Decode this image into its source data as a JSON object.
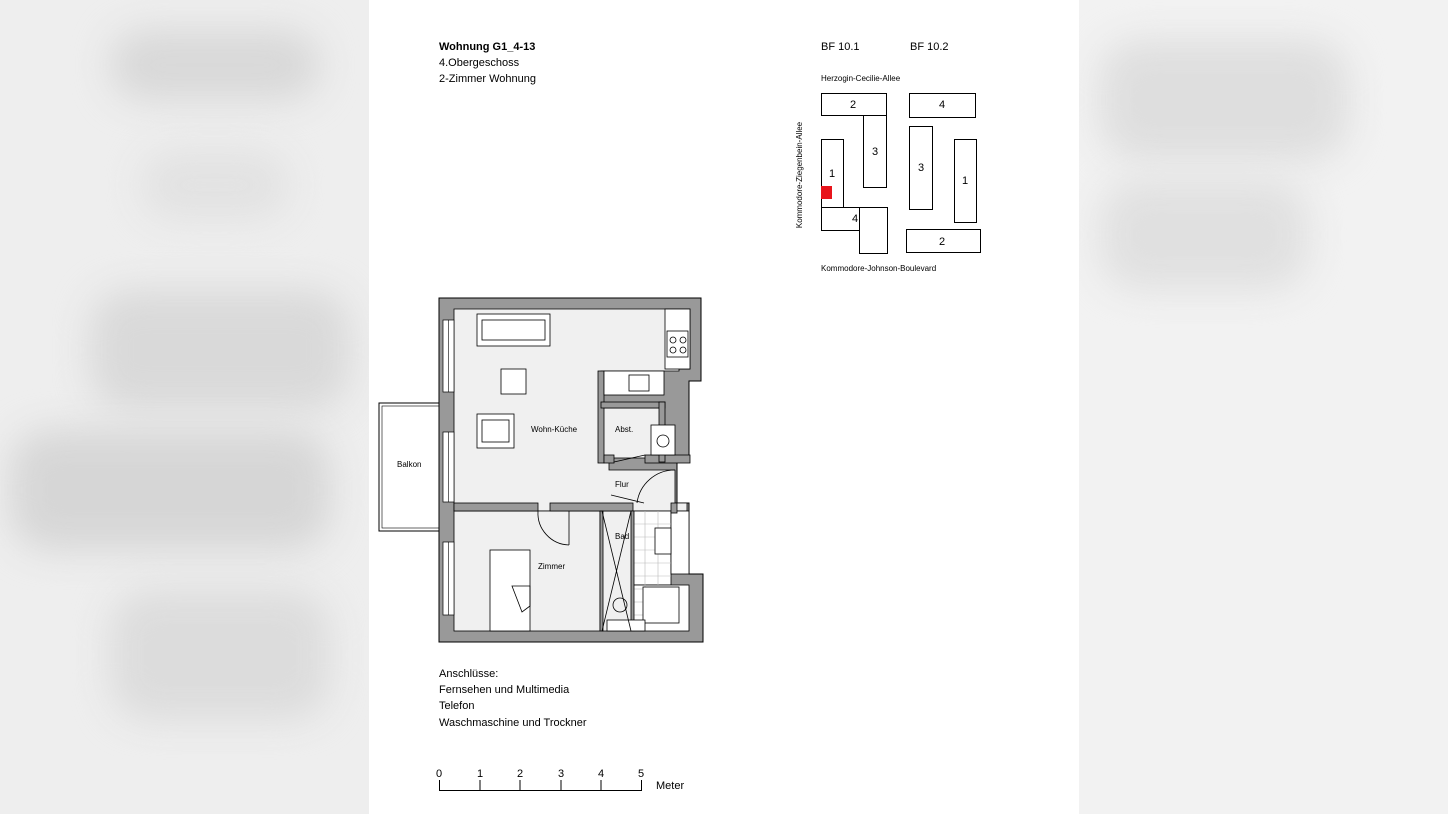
{
  "header": {
    "title": "Wohnung G1_4-13",
    "floor": "4.Obergeschoss",
    "type": "2-Zimmer Wohnung"
  },
  "site_plan": {
    "labels": [
      "BF 10.1",
      "BF 10.2"
    ],
    "street_top": "Herzogin-Cecilie-Allee",
    "street_left": "Kommodore-Ziegenbein-Allee",
    "street_bottom": "Kommodore-Johnson-Boulevard",
    "blocks_bf101": [
      "2",
      "3",
      "1",
      "4"
    ],
    "blocks_bf102": [
      "4",
      "3",
      "1",
      "2"
    ],
    "highlight_color": "#e8141b"
  },
  "rooms": {
    "wohn_kueche": "Wohn-Küche",
    "abst": "Abst.",
    "flur": "Flur",
    "balkon": "Balkon",
    "bad": "Bad",
    "zimmer": "Zimmer"
  },
  "connections": {
    "heading": "Anschlüsse:",
    "items": [
      "Fernsehen und Multimedia",
      "Telefon",
      "Waschmaschine und Trockner"
    ]
  },
  "scale": {
    "ticks": [
      "0",
      "1",
      "2",
      "3",
      "4",
      "5"
    ],
    "unit": "Meter"
  }
}
